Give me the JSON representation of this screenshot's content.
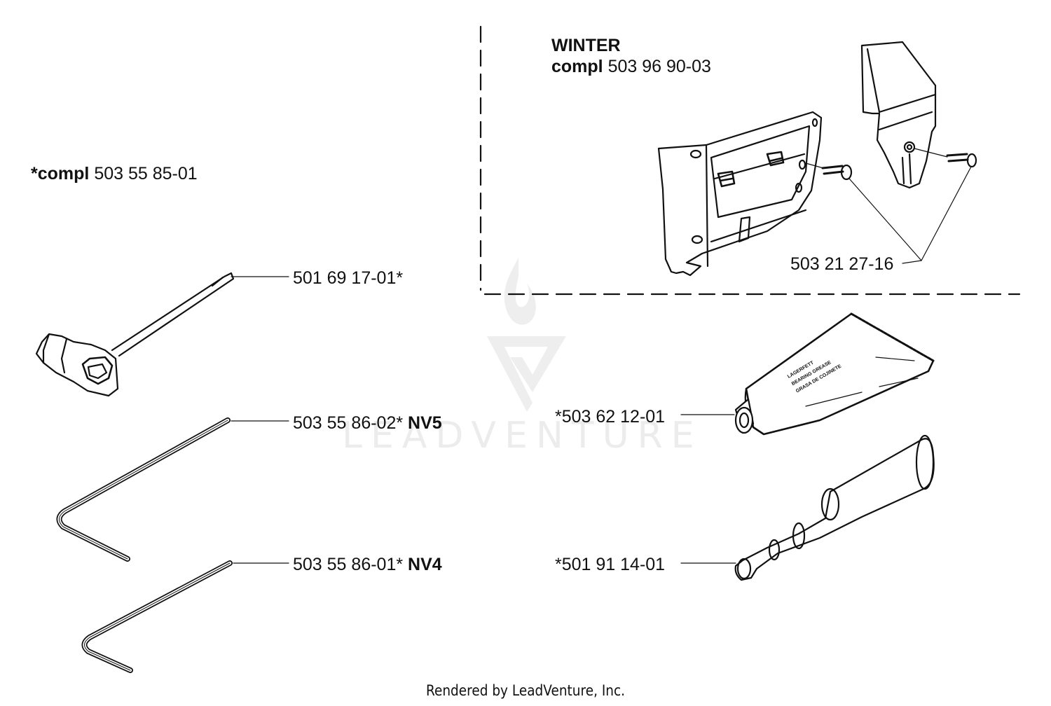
{
  "diagram": {
    "left_group": {
      "kit_prefix": "*compl",
      "kit_number": "503 55 85-01"
    },
    "winter_kit": {
      "title": "WINTER",
      "kit_prefix": "compl",
      "kit_number": "503 96 90-03",
      "screw_part": "503 21 27-16"
    },
    "parts": [
      {
        "id": "combination-spanner",
        "number": "501 69 17-01*",
        "suffix": ""
      },
      {
        "id": "hex-key-5",
        "number": "503 55 86-02*",
        "suffix": "NV5"
      },
      {
        "id": "hex-key-4",
        "number": "503 55 86-01*",
        "suffix": "NV4"
      },
      {
        "id": "bearing-grease",
        "number": "*503 62 12-01",
        "suffix": ""
      },
      {
        "id": "bearing-tool",
        "number": "*501 91 14-01",
        "suffix": ""
      }
    ],
    "grease_tube_text": [
      "LAGERFETT",
      "BEARING GREASE",
      "GRASA DE COJINETE"
    ]
  },
  "watermark": {
    "text": "LEADVENTURE",
    "color": "#ececec"
  },
  "footer": {
    "text": "Rendered by LeadVenture, Inc."
  },
  "colors": {
    "line": "#111111",
    "background": "#ffffff"
  }
}
